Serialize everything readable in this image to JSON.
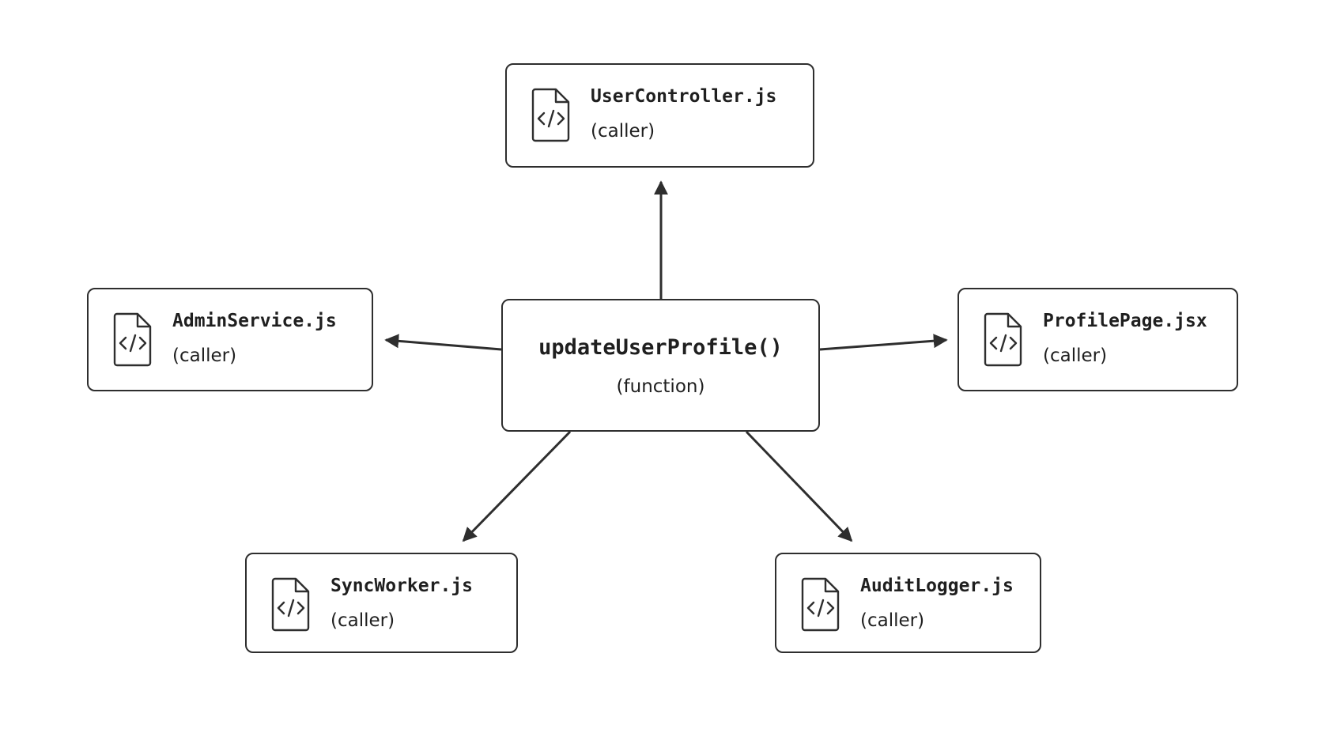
{
  "center": {
    "name": "updateUserProfile()",
    "role": "(function)"
  },
  "callers": [
    {
      "name": "UserController.js",
      "role": "(caller)",
      "icon": "code-file-icon"
    },
    {
      "name": "AdminService.js",
      "role": "(caller)",
      "icon": "code-file-icon"
    },
    {
      "name": "ProfilePage.jsx",
      "role": "(caller)",
      "icon": "code-file-icon"
    },
    {
      "name": "SyncWorker.js",
      "role": "(caller)",
      "icon": "code-file-icon"
    },
    {
      "name": "AuditLogger.js",
      "role": "(caller)",
      "icon": "code-file-icon"
    }
  ],
  "colors": {
    "stroke": "#2e2e2e",
    "text": "#1f1f1f",
    "background": "#ffffff"
  }
}
